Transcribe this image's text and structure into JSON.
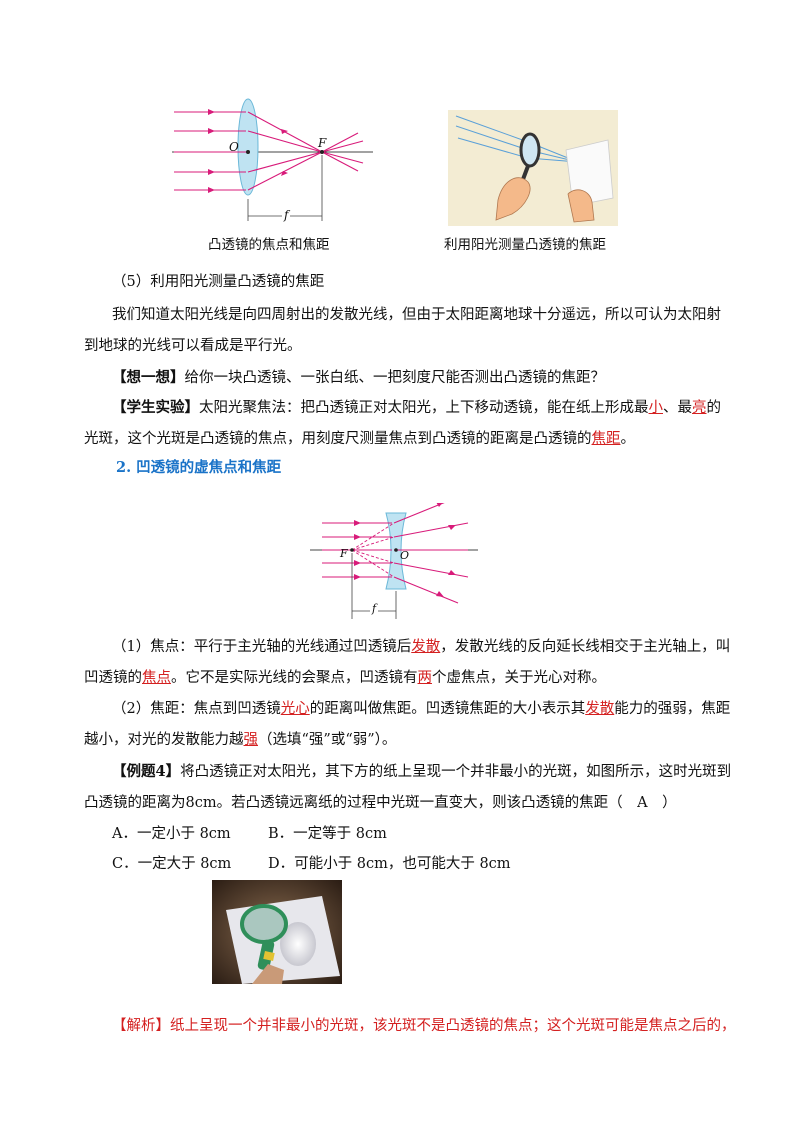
{
  "fig1": {
    "caption": "凸透镜的焦点和焦距",
    "label_o": "O",
    "label_f_point": "F",
    "label_f_len": "f"
  },
  "fig2": {
    "caption": "利用阳光测量凸透镜的焦距"
  },
  "s5_title": "（5）利用阳光测量凸透镜的焦距",
  "p1": {
    "l1": "我们知道太阳光线是向四周射出的发散光线，但由于太阳距离地球十分遥远，所以可认为太阳射",
    "l2": "到地球的光线可以看成是平行光。"
  },
  "think": {
    "tag": "【想一想】",
    "text": "给你一块凸透镜、一张白纸、一把刻度尺能否测出凸透镜的焦距？"
  },
  "exp": {
    "tag": "【学生实验】",
    "l1_a": "太阳光聚焦法：把凸透镜正对太阳光，上下移动透镜，能在纸上形成最",
    "b1": "小",
    "l1_b": "、最",
    "b2": "亮",
    "l1_c": "的",
    "l2_a": "光斑，这个光斑是凸透镜的焦点，用刻度尺测量焦点到凸透镜的距离是凸透镜的",
    "b3": "焦距",
    "l2_b": "。"
  },
  "h2": "2. 凹透镜的虚焦点和焦距",
  "fig3": {
    "label_f_point": "F",
    "label_o": "O",
    "label_f_len": "f"
  },
  "focus": {
    "l1_a": "（1）焦点：平行于主光轴的光线通过凹透镜后",
    "b1": "发散",
    "l1_b": "，发散光线的反向延长线相交于主光轴上，叫",
    "l2_a": "凹透镜的",
    "b2": "焦点",
    "l2_b": "。它不是实际光线的会聚点，凹透镜有",
    "b3": "两",
    "l2_c": "个虚焦点，关于光心对称。"
  },
  "flen": {
    "l1_a": "（2）焦距：焦点到凹透镜",
    "b1": "光心",
    "l1_b": "的距离叫做焦距。凹透镜焦距的大小表示其",
    "b2": "发散",
    "l1_c": "能力的强弱，焦距",
    "l2_a": "越小，对光的发散能力越",
    "b3": "强",
    "l2_b": "（选填“强”或“弱”）。"
  },
  "ex4": {
    "tag": "【例题4】",
    "l1": "将凸透镜正对太阳光，其下方的纸上呈现一个并非最小的光斑，如图所示，这时光斑到",
    "l2": "凸透镜的距离为8cm。若凸透镜远离纸的过程中光斑一直变大，则该凸透镜的焦距（　A　）",
    "optA": "A．一定小于 8cm",
    "optB": "B．一定等于 8cm",
    "optC": "C．一定大于 8cm",
    "optD": "D．可能小于 8cm，也可能大于 8cm"
  },
  "analysis": {
    "tag": "【解析】",
    "text": "纸上呈现一个并非最小的光斑，该光斑不是凸透镜的焦点；这个光斑可能是焦点之后的，"
  }
}
